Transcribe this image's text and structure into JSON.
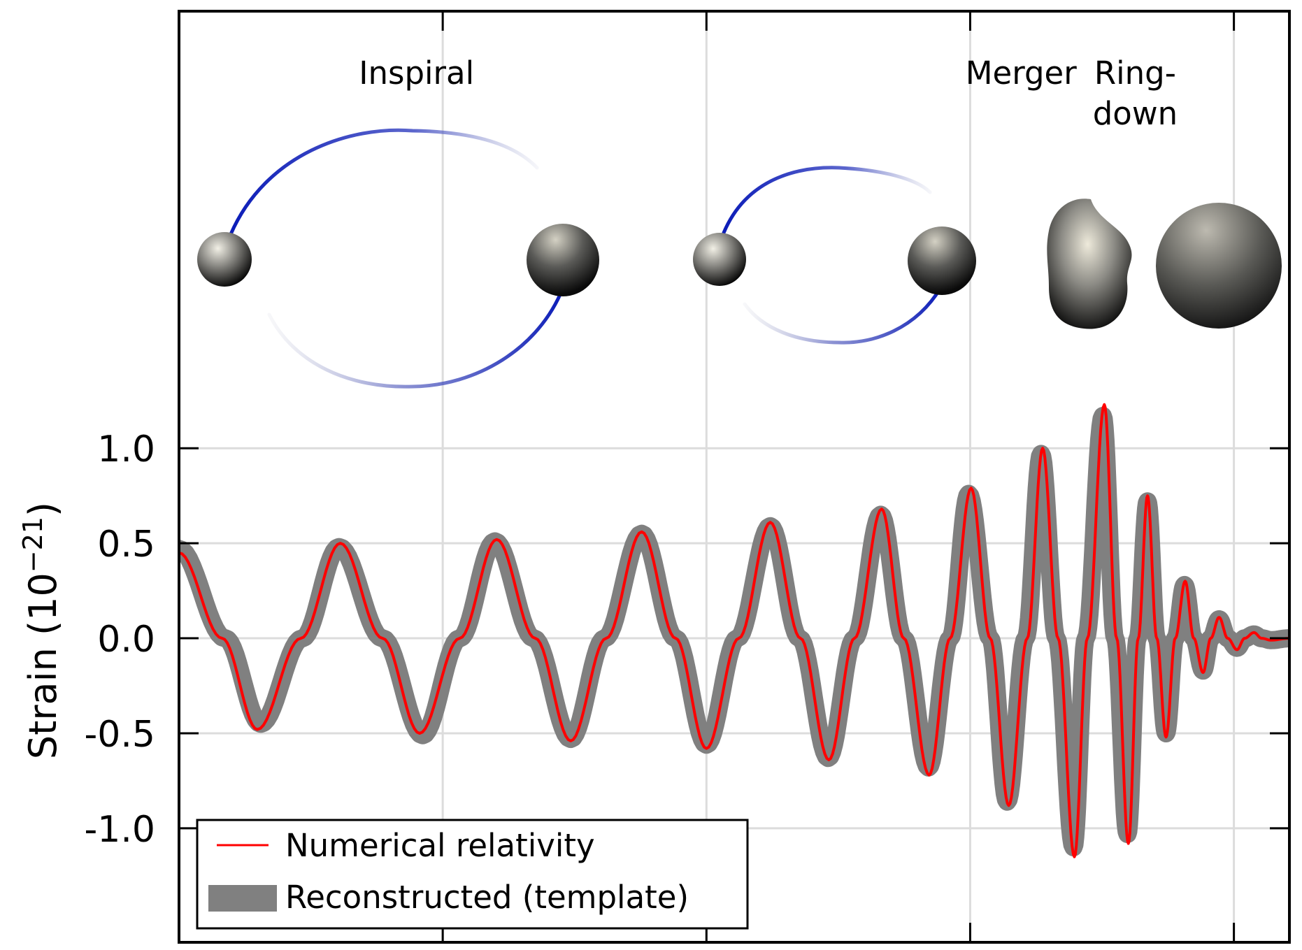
{
  "chart_data": {
    "type": "line",
    "title": "",
    "xlabel": "",
    "ylabel": "Strain (10",
    "ylabel_exponent": "−21",
    "ylabel_close": ")",
    "ylim": [
      -1.6,
      3.3
    ],
    "xlim": [
      0,
      3.6
    ],
    "yticks": [
      {
        "value": 1.0,
        "label": "1.0"
      },
      {
        "value": 0.5,
        "label": "0.5"
      },
      {
        "value": 0.0,
        "label": "0.0"
      },
      {
        "value": -0.5,
        "label": "-0.5"
      },
      {
        "value": -1.0,
        "label": "-1.0"
      }
    ],
    "xticks": [
      0.855,
      1.71,
      2.565,
      3.42
    ],
    "grid": true,
    "legend_position": "bottom-left",
    "phases": [
      {
        "lines": [
          "Inspiral"
        ],
        "x": 0.77
      },
      {
        "lines": [
          "Merger"
        ],
        "x": 2.73
      },
      {
        "lines": [
          "Ring-",
          "down"
        ],
        "x": 3.1
      }
    ],
    "series": [
      {
        "name": "Numerical relativity",
        "color": "#ff0000",
        "style": "thin-line",
        "points": [
          [
            0.0,
            0.45
          ],
          [
            0.14,
            0.0
          ],
          [
            0.254,
            -0.48
          ],
          [
            0.395,
            0.0
          ],
          [
            0.523,
            0.5
          ],
          [
            0.66,
            0.0
          ],
          [
            0.78,
            -0.5
          ],
          [
            0.91,
            0.0
          ],
          [
            1.03,
            0.52
          ],
          [
            1.155,
            0.0
          ],
          [
            1.27,
            -0.54
          ],
          [
            1.385,
            0.0
          ],
          [
            1.5,
            0.56
          ],
          [
            1.61,
            0.0
          ],
          [
            1.71,
            -0.58
          ],
          [
            1.815,
            0.0
          ],
          [
            1.917,
            0.61
          ],
          [
            2.015,
            0.0
          ],
          [
            2.107,
            -0.64
          ],
          [
            2.19,
            0.0
          ],
          [
            2.278,
            0.68
          ],
          [
            2.35,
            0.0
          ],
          [
            2.432,
            -0.72
          ],
          [
            2.5,
            0.0
          ],
          [
            2.568,
            0.79
          ],
          [
            2.63,
            0.0
          ],
          [
            2.69,
            -0.88
          ],
          [
            2.75,
            0.0
          ],
          [
            2.8,
            1.0
          ],
          [
            2.85,
            0.0
          ],
          [
            2.903,
            -1.15
          ],
          [
            2.945,
            0.0
          ],
          [
            3.0,
            1.23
          ],
          [
            3.04,
            0.0
          ],
          [
            3.078,
            -1.08
          ],
          [
            3.11,
            0.0
          ],
          [
            3.14,
            0.75
          ],
          [
            3.17,
            0.0
          ],
          [
            3.2,
            -0.52
          ],
          [
            3.23,
            0.0
          ],
          [
            3.262,
            0.3
          ],
          [
            3.29,
            0.0
          ],
          [
            3.32,
            -0.18
          ],
          [
            3.345,
            0.0
          ],
          [
            3.372,
            0.11
          ],
          [
            3.4,
            0.0
          ],
          [
            3.43,
            -0.06
          ],
          [
            3.455,
            0.0
          ],
          [
            3.485,
            0.03
          ],
          [
            3.51,
            0.0
          ],
          [
            3.54,
            -0.01
          ],
          [
            3.6,
            0.0
          ]
        ]
      },
      {
        "name": "Reconstructed (template)",
        "color": "#808080",
        "style": "thick-band",
        "points": [
          [
            0.0,
            0.47
          ],
          [
            0.15,
            0.0
          ],
          [
            0.265,
            -0.45
          ],
          [
            0.4,
            0.0
          ],
          [
            0.519,
            0.48
          ],
          [
            0.66,
            0.0
          ],
          [
            0.79,
            -0.51
          ],
          [
            0.91,
            0.0
          ],
          [
            1.024,
            0.51
          ],
          [
            1.15,
            0.0
          ],
          [
            1.27,
            -0.53
          ],
          [
            1.38,
            0.0
          ],
          [
            1.5,
            0.55
          ],
          [
            1.61,
            0.0
          ],
          [
            1.71,
            -0.56
          ],
          [
            1.81,
            0.0
          ],
          [
            1.917,
            0.59
          ],
          [
            2.012,
            0.0
          ],
          [
            2.105,
            -0.63
          ],
          [
            2.19,
            0.0
          ],
          [
            2.275,
            0.65
          ],
          [
            2.35,
            0.0
          ],
          [
            2.43,
            -0.68
          ],
          [
            2.5,
            0.0
          ],
          [
            2.56,
            0.76
          ],
          [
            2.63,
            0.0
          ],
          [
            2.685,
            -0.86
          ],
          [
            2.745,
            0.0
          ],
          [
            2.795,
            0.97
          ],
          [
            2.845,
            0.0
          ],
          [
            2.9,
            -1.1
          ],
          [
            2.94,
            0.0
          ],
          [
            2.995,
            1.17
          ],
          [
            3.035,
            0.0
          ],
          [
            3.075,
            -1.03
          ],
          [
            3.108,
            0.0
          ],
          [
            3.14,
            0.72
          ],
          [
            3.17,
            0.0
          ],
          [
            3.2,
            -0.5
          ],
          [
            3.23,
            0.0
          ],
          [
            3.26,
            0.28
          ],
          [
            3.29,
            0.0
          ],
          [
            3.32,
            -0.17
          ],
          [
            3.345,
            0.0
          ],
          [
            3.372,
            0.1
          ],
          [
            3.4,
            0.0
          ],
          [
            3.43,
            -0.05
          ],
          [
            3.455,
            0.0
          ],
          [
            3.485,
            0.02
          ],
          [
            3.51,
            0.0
          ],
          [
            3.54,
            -0.01
          ],
          [
            3.6,
            0.0
          ]
        ]
      }
    ]
  },
  "legend": {
    "items": [
      {
        "label": "Numerical relativity",
        "swatch": "line",
        "color": "#ff0000"
      },
      {
        "label": "Reconstructed (template)",
        "swatch": "band",
        "color": "#808080"
      }
    ]
  }
}
